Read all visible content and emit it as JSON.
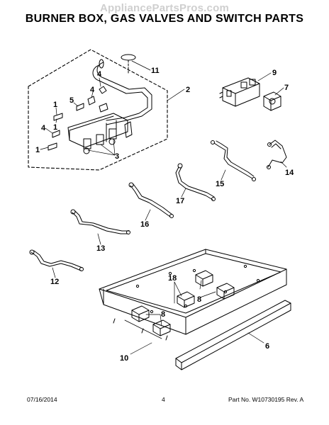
{
  "header": {
    "watermark": "AppliancePartsPros.com",
    "title": "BURNER BOX, GAS VALVES AND SWITCH PARTS"
  },
  "callouts": {
    "c1a": "1",
    "c5": "5",
    "c4a": "4",
    "c1b": "1",
    "c4b": "4",
    "c4c": "4",
    "c1c": "1",
    "c3": "3",
    "c11": "11",
    "c2": "2",
    "c9": "9",
    "c7": "7",
    "c14": "14",
    "c15": "15",
    "c17": "17",
    "c16": "16",
    "c13": "13",
    "c12": "12",
    "c18": "18",
    "c8a": "8",
    "c8b": "8",
    "c10": "10",
    "c6": "6"
  },
  "footer": {
    "date": "07/16/2014",
    "page": "4",
    "part_info": "Part No. W10730195  Rev. A"
  }
}
